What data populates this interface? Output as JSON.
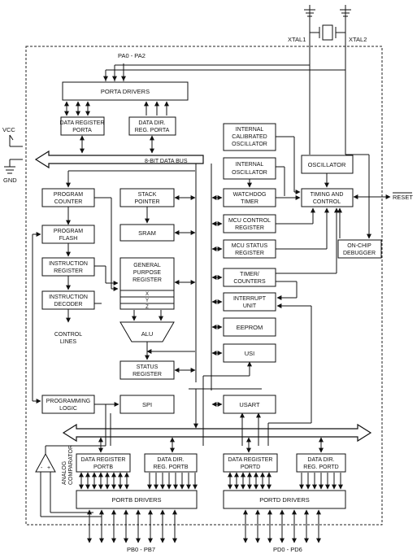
{
  "pins": {
    "xtal1": "XTAL1",
    "xtal2": "XTAL2",
    "vcc": "VCC",
    "gnd": "GND",
    "reset": "RESET",
    "pa": "PA0 - PA2",
    "pb": "PB0 - PB7",
    "pd": "PD0 - PD6"
  },
  "bus_label": "8-BIT DATA BUS",
  "blocks": {
    "porta_drivers": "PORTA DRIVERS",
    "data_register_porta": [
      "DATA REGISTER",
      "PORTA"
    ],
    "data_dir_porta": [
      "DATA DIR.",
      "REG. PORTA"
    ],
    "program_counter": [
      "PROGRAM",
      "COUNTER"
    ],
    "stack_pointer": [
      "STACK",
      "POINTER"
    ],
    "program_flash": [
      "PROGRAM",
      "FLASH"
    ],
    "sram": "SRAM",
    "instruction_register": [
      "INSTRUCTION",
      "REGISTER"
    ],
    "gp_registers": [
      "GENERAL",
      "PURPOSE",
      "REGISTER"
    ],
    "reg_x": "X",
    "reg_y": "Y",
    "reg_z": "Z",
    "instruction_decoder": [
      "INSTRUCTION",
      "DECODER"
    ],
    "control_lines": [
      "CONTROL",
      "LINES"
    ],
    "alu": "ALU",
    "status_register": [
      "STATUS",
      "REGISTER"
    ],
    "programming_logic": [
      "PROGRAMMING",
      "LOGIC"
    ],
    "spi": "SPI",
    "internal_calibrated_oscillator": [
      "INTERNAL",
      "CALIBRATED",
      "OSCILLATOR"
    ],
    "internal_oscillator": [
      "INTERNAL",
      "OSCILLATOR"
    ],
    "oscillator": "OSCILLATOR",
    "watchdog_timer": [
      "WATCHDOG",
      "TIMER"
    ],
    "timing_and_control": [
      "TIMING AND",
      "CONTROL"
    ],
    "mcu_control_register": [
      "MCU CONTROL",
      "REGISTER"
    ],
    "mcu_status_register": [
      "MCU STATUS",
      "REGISTER"
    ],
    "on_chip_debugger": [
      "ON-CHIP",
      "DEBUGGER"
    ],
    "timer_counters": [
      "TIMER/",
      "COUNTERS"
    ],
    "interrupt_unit": [
      "INTERRUPT",
      "UNIT"
    ],
    "eeprom": "EEPROM",
    "usi": "USI",
    "usart": "USART",
    "analog_comparator": [
      "ANALOG",
      "COMPARATOR"
    ],
    "data_register_portb": [
      "DATA REGISTER",
      "PORTB"
    ],
    "data_dir_portb": [
      "DATA DIR.",
      "REG. PORTB"
    ],
    "data_register_portd": [
      "DATA REGISTER",
      "PORTD"
    ],
    "data_dir_portd": [
      "DATA DIR.",
      "REG. PORTD"
    ],
    "portb_drivers": "PORTB DRIVERS",
    "portd_drivers": "PORTD DRIVERS"
  }
}
